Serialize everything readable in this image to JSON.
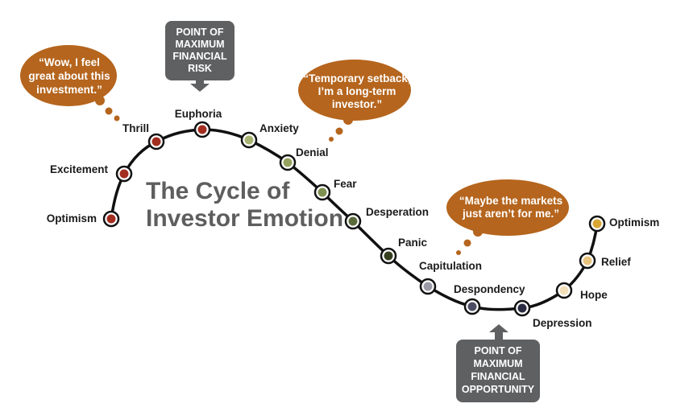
{
  "title": {
    "line1": "The Cycle of",
    "line2": "Investor Emotion"
  },
  "stages": [
    {
      "id": "optimism-start",
      "label": "Optimism",
      "color": "#a32d1f"
    },
    {
      "id": "excitement",
      "label": "Excitement",
      "color": "#a32d1f"
    },
    {
      "id": "thrill",
      "label": "Thrill",
      "color": "#a32d1f"
    },
    {
      "id": "euphoria",
      "label": "Euphoria",
      "color": "#a32d1f"
    },
    {
      "id": "anxiety",
      "label": "Anxiety",
      "color": "#a8b472"
    },
    {
      "id": "denial",
      "label": "Denial",
      "color": "#95a35f"
    },
    {
      "id": "fear",
      "label": "Fear",
      "color": "#7f9150"
    },
    {
      "id": "desperation",
      "label": "Desperation",
      "color": "#5b6a3b"
    },
    {
      "id": "panic",
      "label": "Panic",
      "color": "#36401f"
    },
    {
      "id": "capitulation",
      "label": "Capitulation",
      "color": "#9a9aa6"
    },
    {
      "id": "despondency",
      "label": "Despondency",
      "color": "#4d4d63"
    },
    {
      "id": "depression",
      "label": "Depression",
      "color": "#2a2b40"
    },
    {
      "id": "hope",
      "label": "Hope",
      "color": "#f2dfb8"
    },
    {
      "id": "relief",
      "label": "Relief",
      "color": "#e8c47f"
    },
    {
      "id": "optimism-end",
      "label": "Optimism",
      "color": "#d9a633"
    }
  ],
  "bubbles": [
    {
      "id": "wow",
      "lines": [
        "“Wow, I feel",
        "great about this",
        "investment.”"
      ]
    },
    {
      "id": "temporary",
      "lines": [
        "“Temporary setback,",
        "I’m a long-term",
        "investor.”"
      ]
    },
    {
      "id": "maybe",
      "lines": [
        "“Maybe the markets",
        "just aren’t for me.”"
      ]
    }
  ],
  "callouts": {
    "risk": {
      "lines": [
        "POINT OF",
        "MAXIMUM",
        "FINANCIAL",
        "RISK"
      ]
    },
    "opportunity": {
      "lines": [
        "POINT OF",
        "MAXIMUM",
        "FINANCIAL",
        "OPPORTUNITY"
      ]
    }
  },
  "colors": {
    "bubble": "#b5651d",
    "callout": "#5f6062",
    "curve": "#111111",
    "title": "#5e5e5e"
  }
}
